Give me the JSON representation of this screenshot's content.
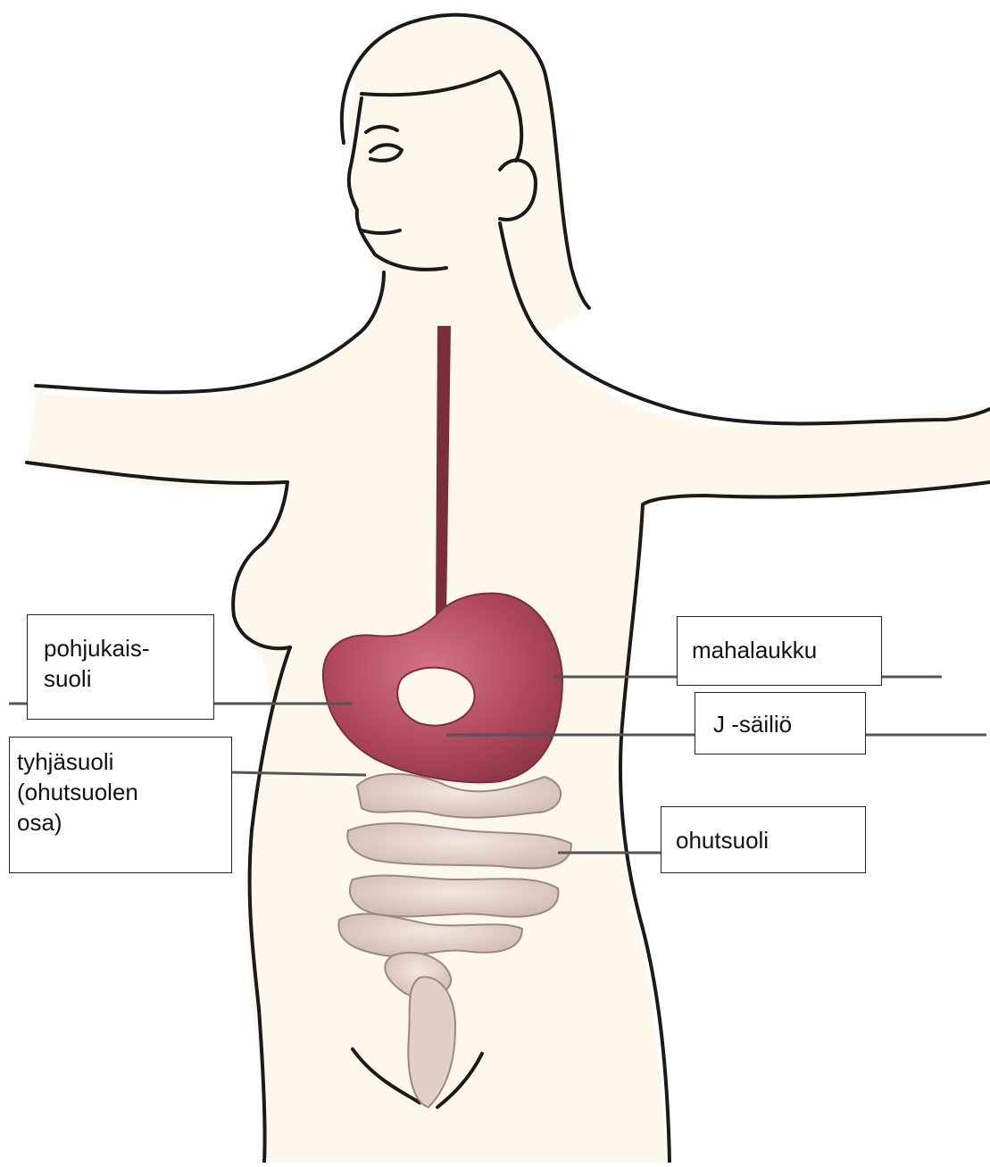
{
  "diagram": {
    "labels": {
      "duodenum": "pohjukais-\nsuoli",
      "stomach": "mahalaukku",
      "jejunum": "tyhjäsuoli\n(ohutsuolen\nosa)",
      "small_intestine": "ohutsuoli",
      "j_pouch": "J -säiliö"
    },
    "colors": {
      "skin": "#fdf7ec",
      "outline": "#1a1a1a",
      "stomach": "#b0485c",
      "esophagus": "#7a2e36",
      "intestine": "#e6d6cf",
      "leader_line": "#555555"
    }
  }
}
